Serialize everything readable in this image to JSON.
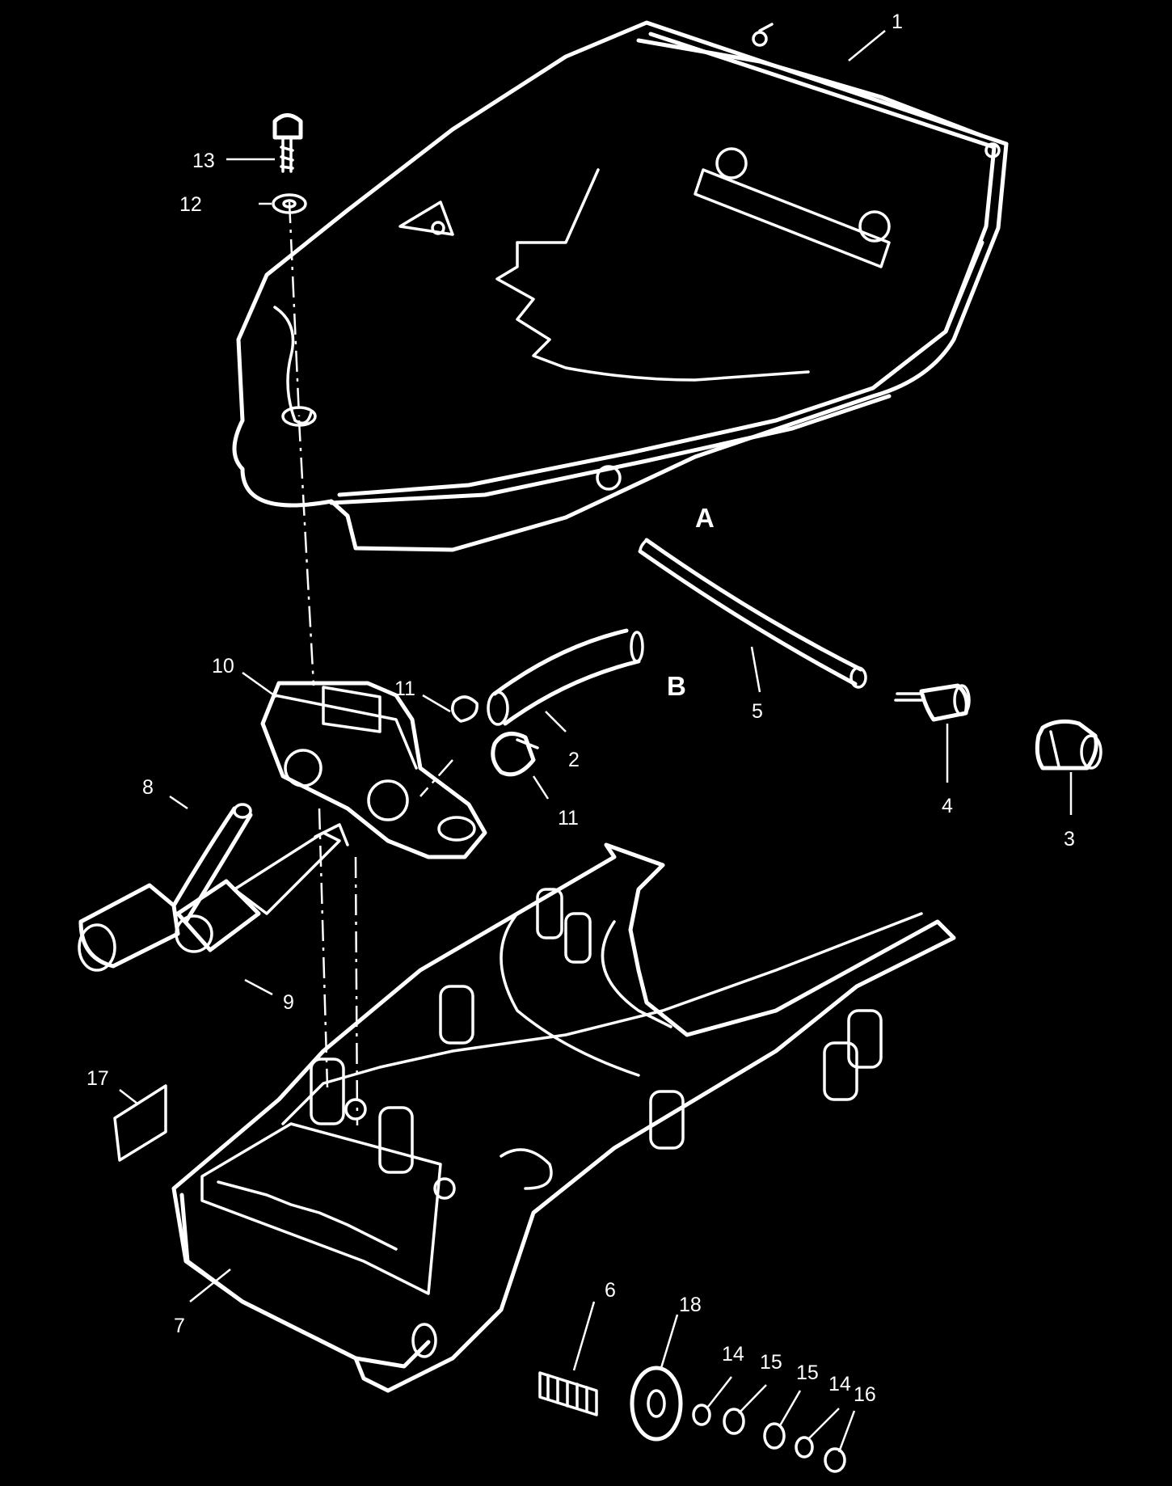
{
  "background_color": "#000000",
  "line_color": "#ffffff",
  "callouts": {
    "c1": "1",
    "c2": "2",
    "c3": "3",
    "c4": "4",
    "c5": "5",
    "c6": "6",
    "c7": "7",
    "c8": "8",
    "c9": "9",
    "c10": "10",
    "c11a": "11",
    "c11b": "11",
    "c12": "12",
    "c13": "13",
    "c14a": "14",
    "c14b": "14",
    "c15a": "15",
    "c15b": "15",
    "c16": "16",
    "c17": "17",
    "c18": "18"
  },
  "detail_labels": {
    "a": "A",
    "b": "B"
  }
}
